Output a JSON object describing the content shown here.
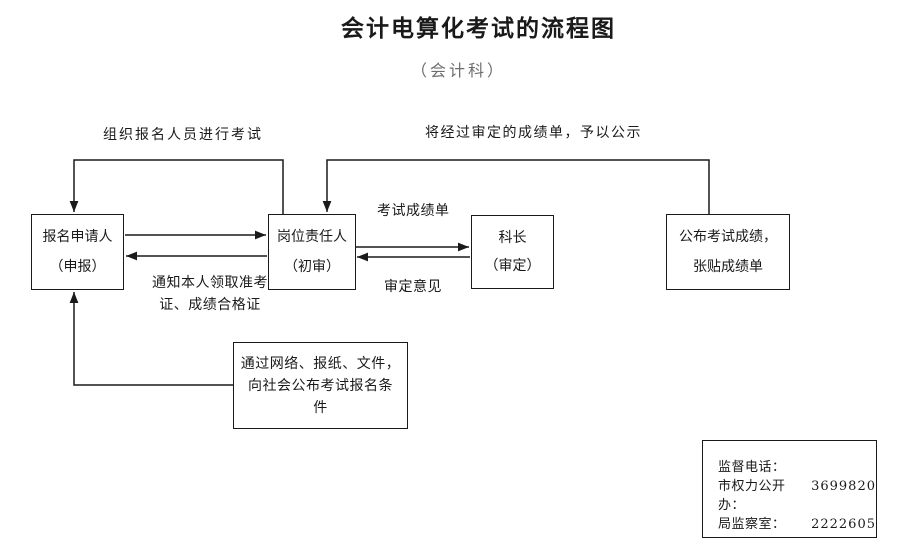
{
  "title": "会计电算化考试的流程图",
  "subtitle": "（会计科）",
  "edge_labels": {
    "organize_exam": "组织报名人员进行考试",
    "publish_scores": "将经过审定的成绩单，予以公示",
    "score_sheet": "考试成绩单",
    "review_opinion": "审定意见",
    "notify_line1": "通知本人领取准考",
    "notify_line2": "证、成绩合格证"
  },
  "boxes": {
    "applicant": {
      "line1": "报名申请人",
      "line2": "（申报）"
    },
    "reviewer": {
      "line1": "岗位责任人",
      "line2": "（初审）"
    },
    "section_chief": {
      "line1": "科长",
      "line2": "（审定）"
    },
    "publish_results": {
      "line1": "公布考试成绩，",
      "line2": "张贴成绩单"
    },
    "announce_conditions": {
      "line1": "通过网络、报纸、文件，",
      "line2": "向社会公布考试报名条",
      "line3": "件"
    }
  },
  "info_box": {
    "title": "监督电话：",
    "rows": [
      {
        "label": "市权力公开办：",
        "value": "3699820"
      },
      {
        "label": "局监察室：",
        "value": "2222605"
      }
    ]
  },
  "colors": {
    "line": "#1a1a1a",
    "text": "#1a1a1a",
    "subtitle": "#6e6e6e",
    "background": "#ffffff"
  }
}
